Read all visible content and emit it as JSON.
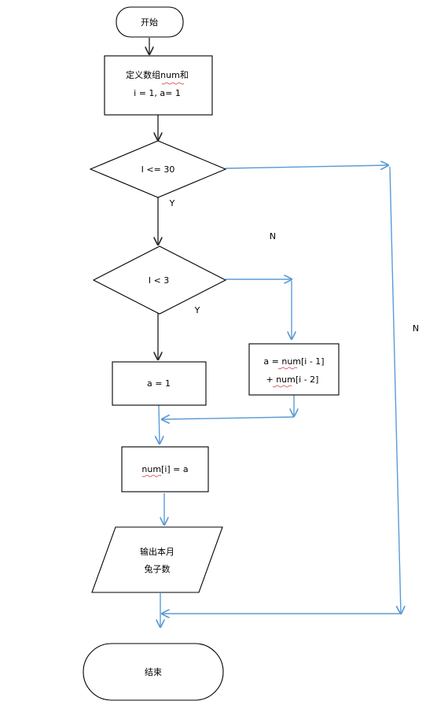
{
  "nodes": {
    "start": "开始",
    "init_line1": "定义数组num和",
    "init_line2": "i = 1, a= 1",
    "cond1": "I <= 30",
    "cond2": "I < 3",
    "assign_one": "a = 1",
    "assign_sum_line1": "a = num[i - 1]",
    "assign_sum_line2": "+ num[i - 2]",
    "store": "num[i] = a",
    "output_line1": "输出本月",
    "output_line2": "兔子数",
    "end": "结束"
  },
  "labels": {
    "cond1_yes": "Y",
    "cond2_yes": "Y",
    "cond2_no": "N",
    "cond1_no": "N"
  },
  "colors": {
    "flow_dark": "#2b2b2b",
    "flow_blue": "#5b9bd5",
    "spellcheck": "#d23a3a"
  }
}
